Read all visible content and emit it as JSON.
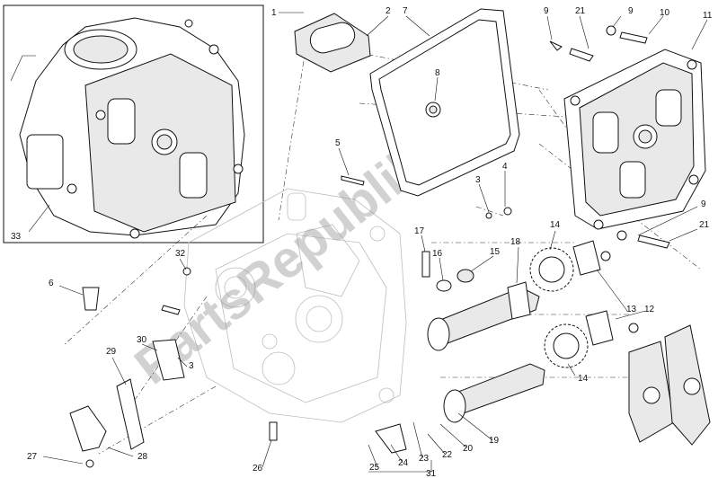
{
  "watermark": "PartsRepublik",
  "callouts": {
    "c1": "1",
    "c2": "2",
    "c3a": "3",
    "c3b": "3",
    "c4": "4",
    "c5": "5",
    "c6": "6",
    "c7": "7",
    "c8": "8",
    "c9a": "9",
    "c9b": "9",
    "c9c": "9",
    "c10": "10",
    "c11": "11",
    "c12": "12",
    "c13": "13",
    "c14a": "14",
    "c14b": "14",
    "c15": "15",
    "c16": "16",
    "c17": "17",
    "c18": "18",
    "c19": "19",
    "c20": "20",
    "c21a": "21",
    "c21b": "21",
    "c22": "22",
    "c23": "23",
    "c24": "24",
    "c25": "25",
    "c26": "26",
    "c27": "27",
    "c28": "28",
    "c29": "29",
    "c30": "30",
    "c31": "31",
    "c32": "32",
    "c33": "33"
  }
}
